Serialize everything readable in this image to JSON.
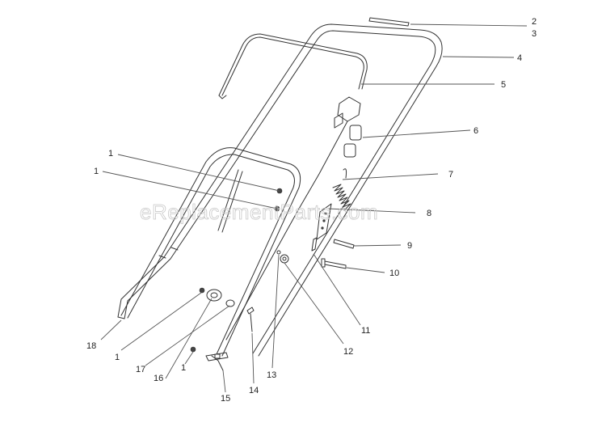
{
  "watermark": "eReplacementParts.com",
  "callouts": [
    "1",
    "1",
    "1",
    "1",
    "2",
    "3",
    "4",
    "5",
    "6",
    "7",
    "8",
    "9",
    "10",
    "11",
    "12",
    "13",
    "14",
    "15",
    "16",
    "17",
    "18"
  ]
}
